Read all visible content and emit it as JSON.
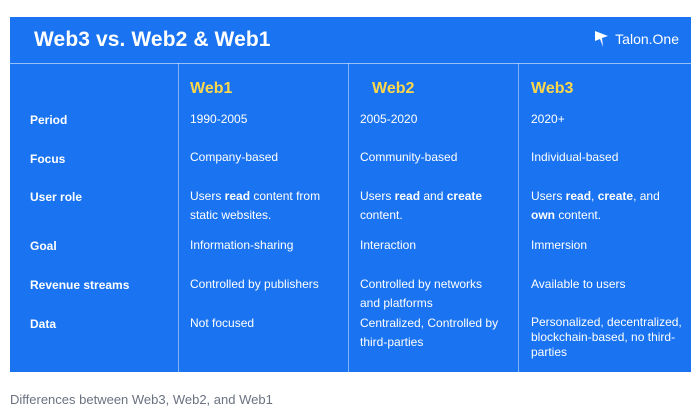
{
  "card": {
    "title": "Web3 vs. Web2 & Web1",
    "brand": "Talon.One",
    "brand_icon": "talon-one-logo-icon",
    "accent_color": "#1a73f0",
    "highlight_color": "#ffd84a"
  },
  "columns": [
    "Web1",
    "Web2",
    "Web3"
  ],
  "rows": [
    {
      "label": "Period",
      "web1": "1990-2005",
      "web2": "2005-2020",
      "web3": "2020+"
    },
    {
      "label": "Focus",
      "web1": "Company-based",
      "web2": "Community-based",
      "web3": "Individual-based"
    },
    {
      "label": "User role",
      "web1": {
        "a": "Users ",
        "b": "read",
        "c": " content from static websites."
      },
      "web2": {
        "a": "Users ",
        "b": "read",
        "c": " and ",
        "d": "create",
        "e": " content."
      },
      "web3": {
        "a": "Users ",
        "b": "read",
        "c": ", ",
        "d": "create",
        "e": ", and ",
        "f": "own",
        "g": " content."
      }
    },
    {
      "label": "Goal",
      "web1": "Information-sharing",
      "web2": "Interaction",
      "web3": "Immersion"
    },
    {
      "label": "Revenue streams",
      "web1": "Controlled by publishers",
      "web2": "Controlled by networks and platforms",
      "web3": "Available to users"
    },
    {
      "label": "Data",
      "web1": "Not focused",
      "web2": "Centralized, Controlled by third-parties",
      "web3": "Personalized, decentralized, blockchain-based, no third-parties"
    }
  ],
  "caption": "Differences between Web3, Web2, and Web1"
}
